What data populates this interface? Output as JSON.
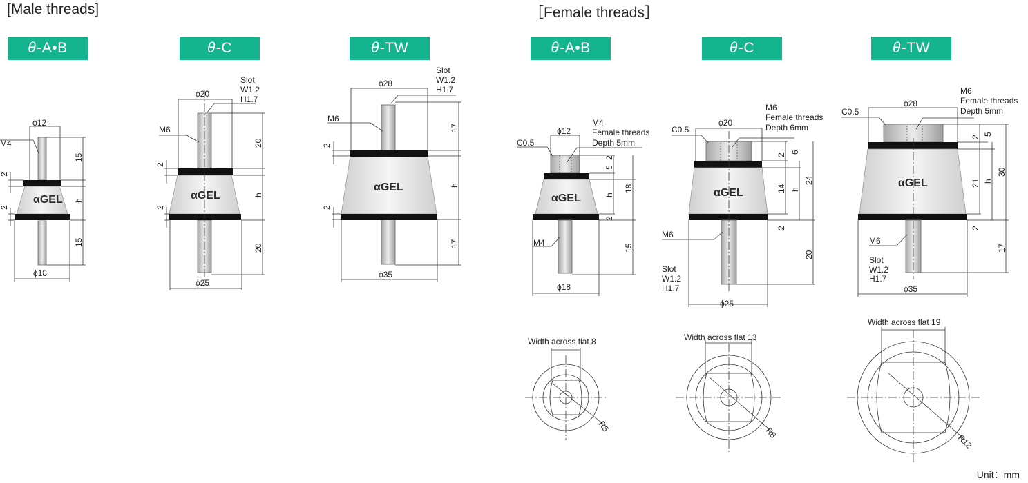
{
  "sections": {
    "male": "[Male threads]",
    "female": "［Female threads］"
  },
  "badges": {
    "theta": "θ",
    "ab": "-A•B",
    "c": "-C",
    "tw": "-TW"
  },
  "labels": {
    "agel": "αGEL",
    "m4": "M4",
    "m6": "M6",
    "slot": "Slot",
    "w12": "W1.2",
    "h17": "H1.7",
    "c05": "C0.5",
    "female_threads": "Female threads",
    "depth5": "Depth 5mm",
    "depth6": "Depth 6mm",
    "h": "h",
    "d2": "2",
    "d5": "5",
    "d6": "6",
    "d14": "14",
    "d15": "15",
    "d17": "17",
    "d18": "18",
    "d20": "20",
    "d21": "21",
    "d24": "24",
    "d30": "30",
    "phi12": "ϕ12",
    "phi18": "ϕ18",
    "phi20": "ϕ20",
    "phi25": "ϕ25",
    "phi28": "ϕ28",
    "phi35": "ϕ35",
    "waf8": "Width across flat 8",
    "waf13": "Width across flat 13",
    "waf19": "Width across flat 19",
    "r5": "R5",
    "r8": "R8",
    "r12": "R12"
  },
  "unit": "Unit：mm",
  "colors": {
    "accent": "#14b48e",
    "gel_fill": "#e9e9e9",
    "plate": "#111111",
    "metal": "#d8d8d8",
    "line": "#333333"
  }
}
